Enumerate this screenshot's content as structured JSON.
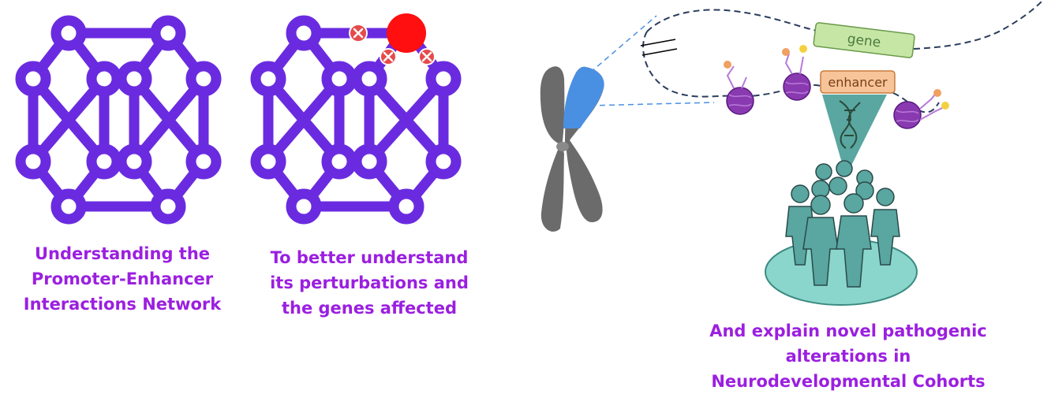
{
  "network_left": {
    "caption_lines": [
      "Understanding the",
      "Promoter-Enhancer",
      "Interactions Network"
    ]
  },
  "network_right": {
    "caption_lines": [
      "To better understand",
      "its perturbations and",
      "the genes affected"
    ]
  },
  "chromatin": {
    "gene_label": "gene",
    "enhancer_label": "enhancer",
    "caption_lines": [
      "And explain novel pathogenic",
      "alterations in",
      "Neurodevelopmental Cohorts"
    ]
  },
  "colors": {
    "network": "#6a2be0",
    "caption": "#9b1fe0",
    "perturbation": "#ff0f0f",
    "perturbation_mark": "#e64a4a",
    "chromosome": "#6b6b6b",
    "chromosome_highlight": "#4a90e2",
    "gene_box": "#c6e6a6",
    "enhancer_box": "#f7c49a",
    "cohort": "#5aa6a0",
    "cohort_base": "#8ad6cc",
    "nucleosome": "#8a3ab0",
    "dna_line": "#2a3d5c"
  }
}
